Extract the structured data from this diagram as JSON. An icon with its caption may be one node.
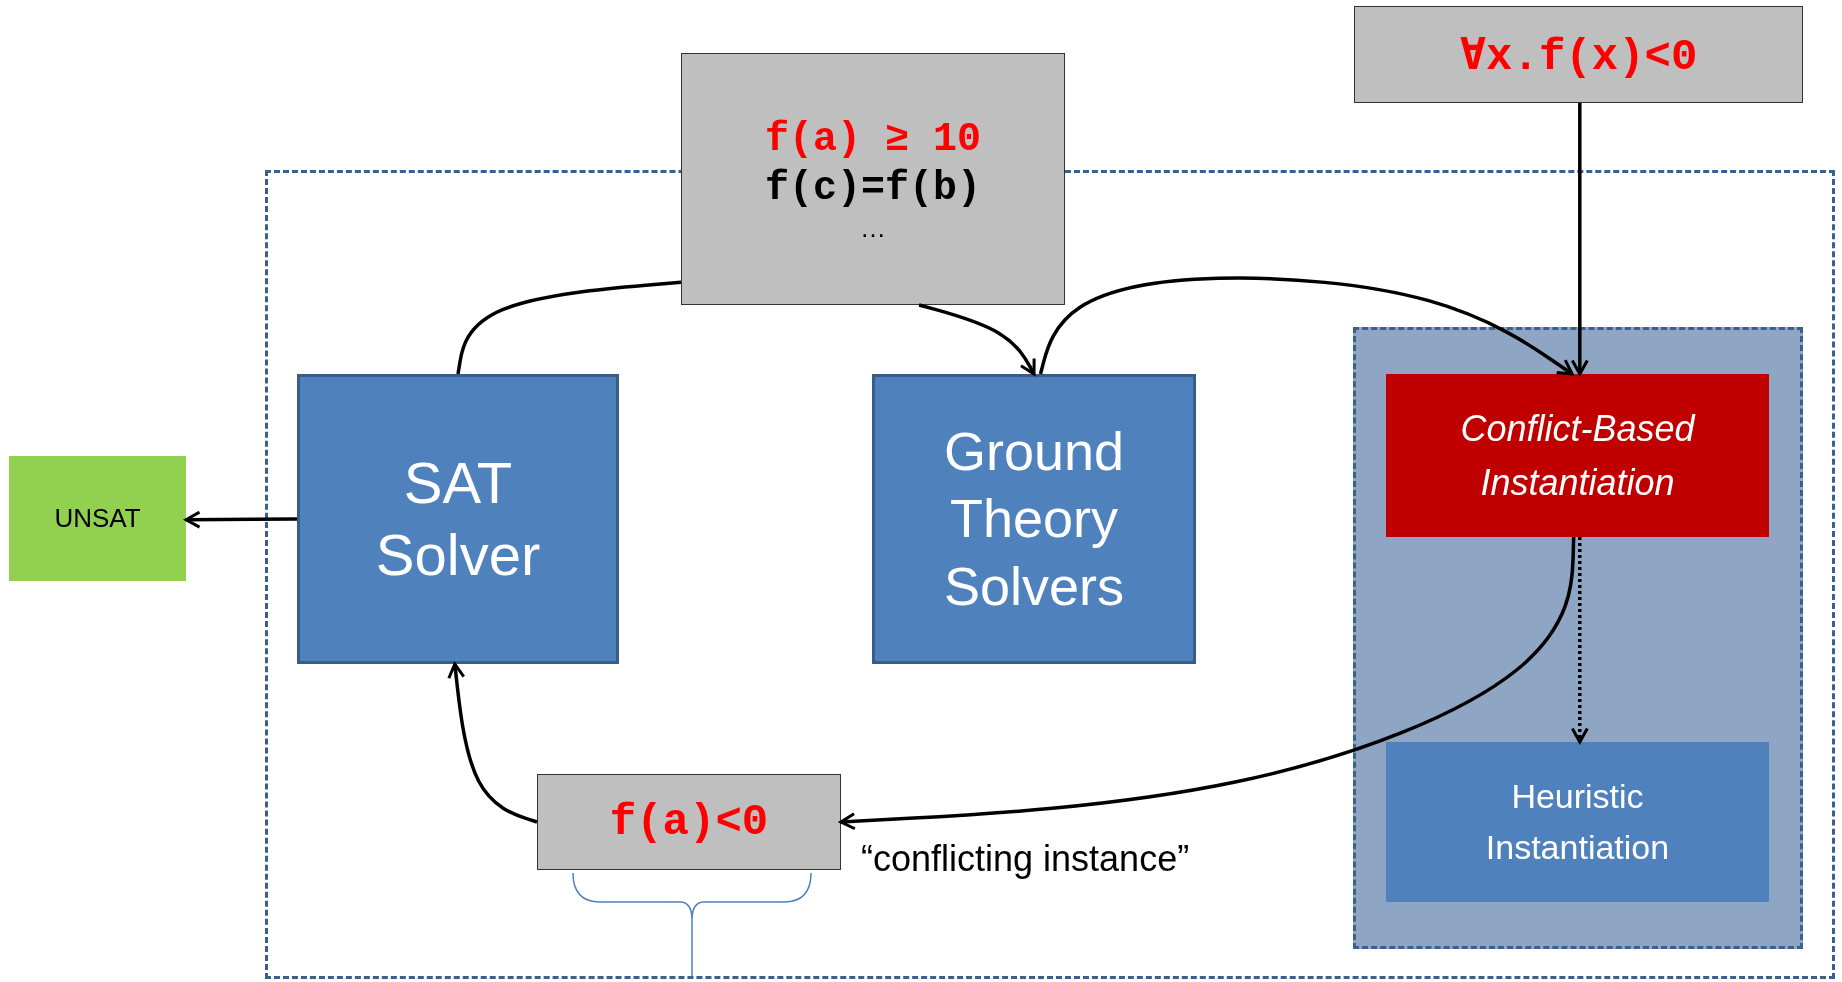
{
  "diagram": {
    "nodes": [
      {
        "text": [],
        "shape": "box"
      },
      {
        "text": [
          "f(a) ≥ 10",
          "f(c)=f(b)",
          "…"
        ]
      },
      {
        "text": [
          "∀x.f(x)<0"
        ]
      },
      {
        "text": [
          "SAT Solver"
        ],
        "in": 0
      },
      {
        "text": [
          "Ground Theory Solvers"
        ],
        "in": 0
      },
      {
        "text": [],
        "shape": "box",
        "in": 0
      },
      {
        "text": [
          "Conflict-Based Instantiation"
        ],
        "in": 5
      },
      {
        "text": [
          "Heuristic Instantiation"
        ],
        "in": 5
      },
      {
        "text": [
          "UNSAT"
        ]
      },
      {
        "text": [
          "f(a)<0"
        ],
        "in": 0,
        "beside": [
          "“conflicting instance”"
        ]
      }
    ],
    "edges": [
      {
        "from": 3,
        "to": 1,
        "arrow": "none"
      },
      {
        "from": 1,
        "to": 4,
        "arrow": "to"
      },
      {
        "from": 4,
        "to": 6,
        "arrow": "to"
      },
      {
        "from": 2,
        "to": 6,
        "arrow": "to"
      },
      {
        "from": 6,
        "to": 7,
        "arrow": "to",
        "style": "dashed"
      },
      {
        "from": 6,
        "to": 9,
        "arrow": "to"
      },
      {
        "from": 9,
        "to": 3,
        "arrow": "to"
      },
      {
        "from": 3,
        "to": 8,
        "arrow": "to"
      }
    ]
  }
}
